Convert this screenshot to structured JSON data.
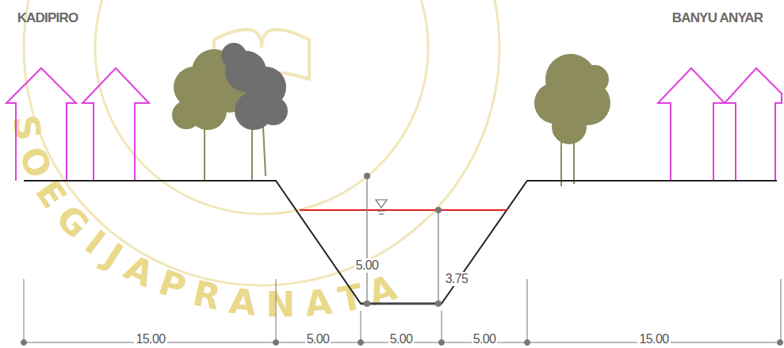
{
  "diagram": {
    "labels": [
      "KADIPIRO",
      "BANYU ANYAR",
      "5.00",
      "3.75",
      "15.00",
      "5.00",
      "5.00",
      "5.00",
      "15.00",
      "SOEGIJAPRANATA"
    ]
  }
}
